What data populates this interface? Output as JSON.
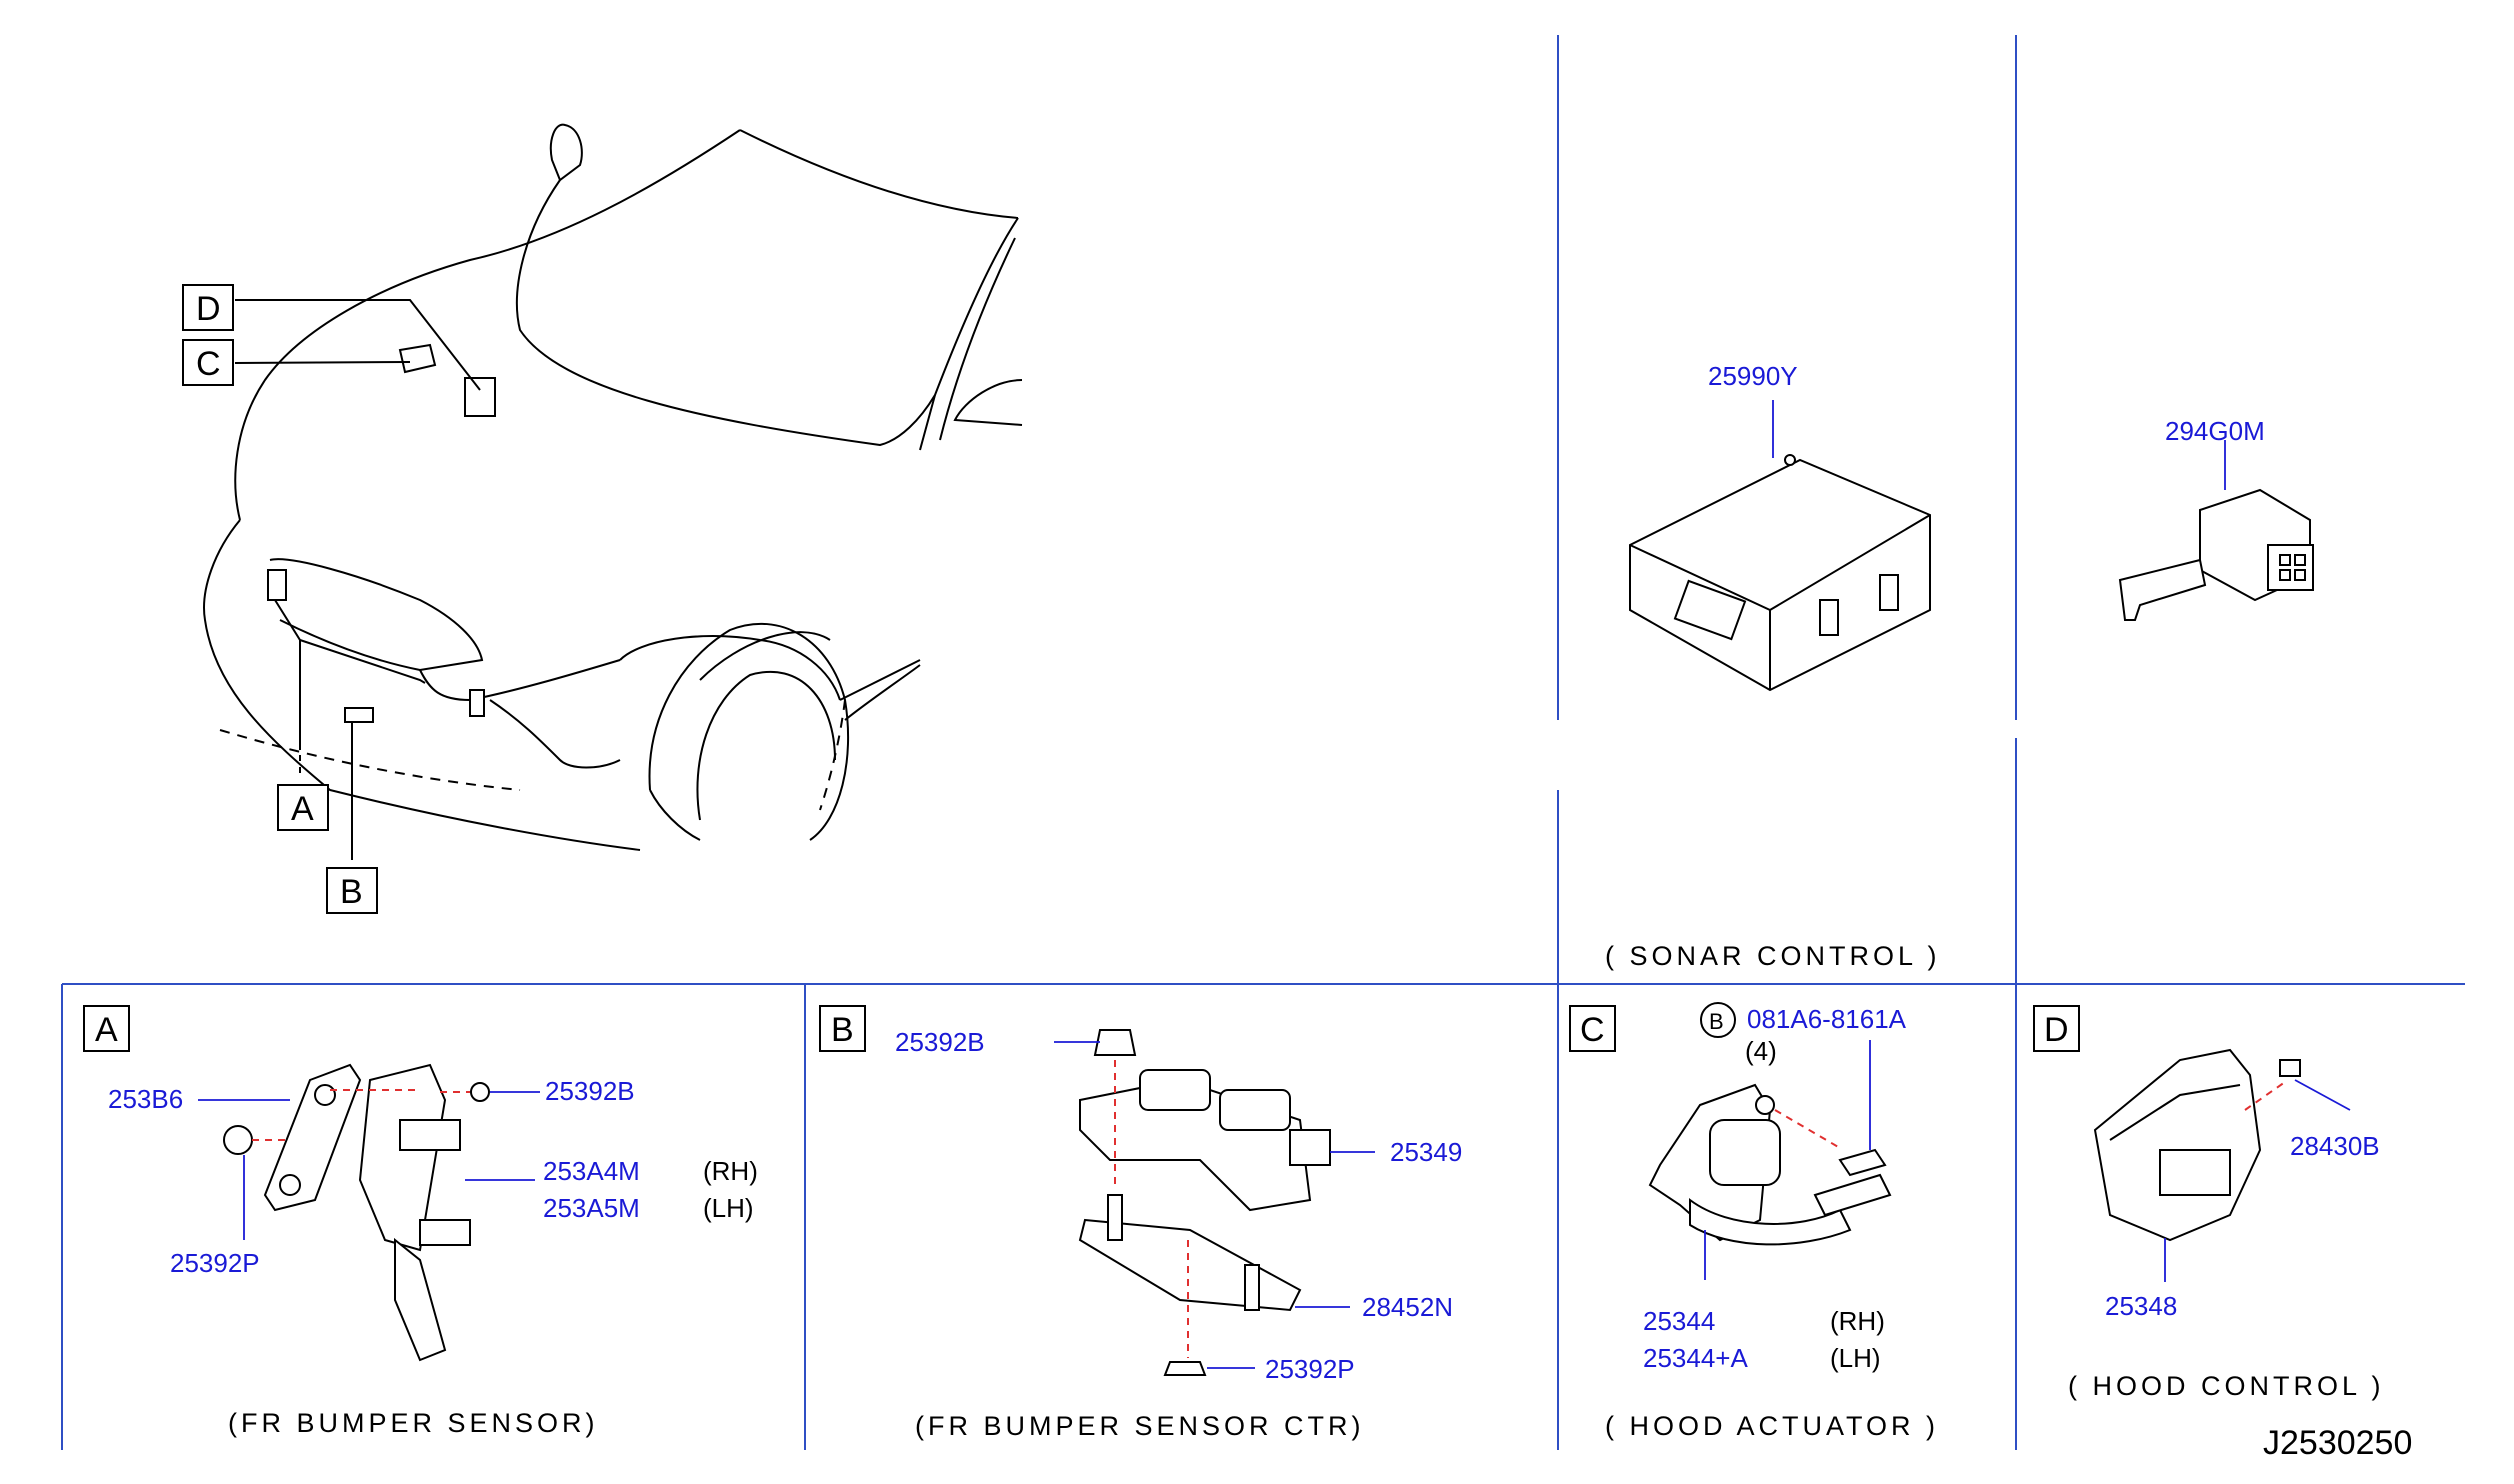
{
  "callouts": {
    "a": "A",
    "b": "B",
    "c": "C",
    "d": "D",
    "bolt_b": "B"
  },
  "parts": {
    "p_25990Y": "25990Y",
    "p_294G0M": "294G0M",
    "p_253B6": "253B6",
    "p_25392B_a": "25392B",
    "p_253A4M": "253A4M",
    "p_253A5M": "253A5M",
    "p_25392P_a": "25392P",
    "p_25392B_b": "25392B",
    "p_25349": "25349",
    "p_28452N": "28452N",
    "p_25392P_b": "25392P",
    "p_081A6": "081A6-8161A",
    "p_25344": "25344",
    "p_25344A": "25344+A",
    "p_28430B": "28430B",
    "p_25348": "25348"
  },
  "notes": {
    "rh_a": "(RH)",
    "lh_a": "(LH)",
    "qty_c": "(4)",
    "rh_c": "(RH)",
    "lh_c": "(LH)"
  },
  "captions": {
    "sonar": "( SONAR  CONTROL )",
    "sensor": "(FR  BUMPER  SENSOR)",
    "sensor_ctr": "(FR  BUMPER  SENSOR  CTR)",
    "hood_actuator": "( HOOD  ACTUATOR )",
    "hood_control": "( HOOD  CONTROL )"
  },
  "diagram_code": "J2530250",
  "colors": {
    "part_number": "#1a1ad6",
    "divider": "#2f4fc4",
    "dashed_line": "#e03030",
    "line_art": "#000000"
  }
}
